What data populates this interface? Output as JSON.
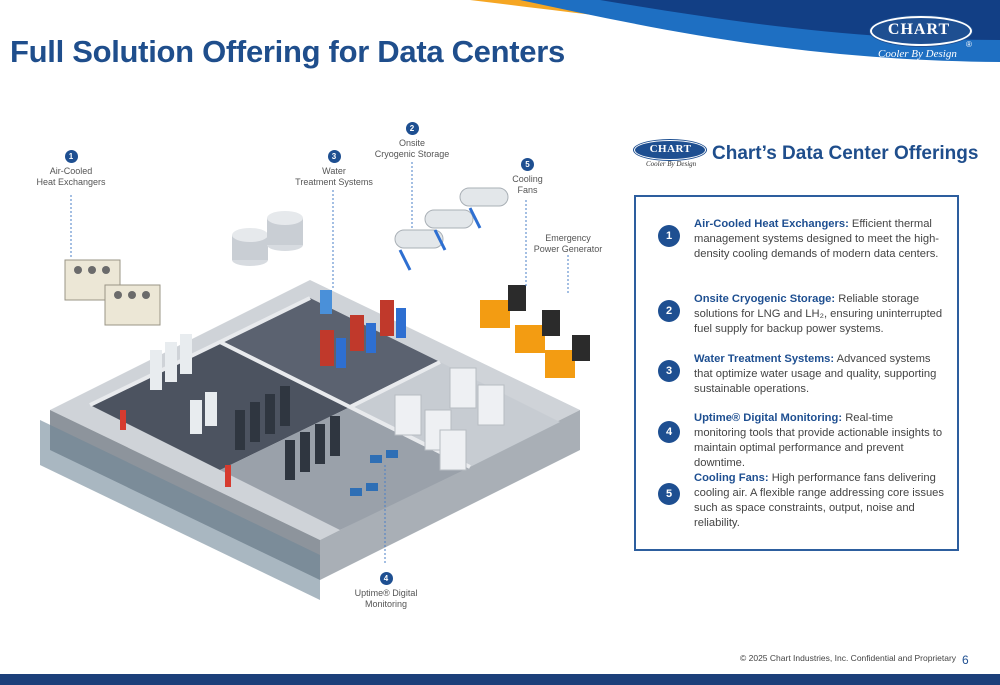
{
  "slide": {
    "title": "Full Solution Offering for Data Centers",
    "logo": {
      "word": "CHART",
      "tagline": "Cooler By Design",
      "reg": "®"
    },
    "colors": {
      "brand_blue": "#1e4f91",
      "title_blue": "#1f4e8c",
      "swoosh_orange": "#f5a623",
      "bottom_bar": "#1c3f7a"
    }
  },
  "illustration": {
    "callouts": [
      {
        "num": "1",
        "label_line1": "Air-Cooled",
        "label_line2": "Heat Exchangers"
      },
      {
        "num": "2",
        "label_line1": "Onsite",
        "label_line2": "Cryogenic Storage"
      },
      {
        "num": "3",
        "label_line1": "Water",
        "label_line2": "Treatment Systems"
      },
      {
        "num": "5",
        "label_line1": "Cooling",
        "label_line2": "Fans"
      },
      {
        "num": "",
        "label_line1": "Emergency",
        "label_line2": "Power Generator"
      },
      {
        "num": "4",
        "label_line1": "Uptime® Digital",
        "label_line2": "Monitoring"
      }
    ]
  },
  "offerings": {
    "logo_word": "CHART",
    "logo_tagline": "Cooler By Design",
    "title": "Chart’s Data Center Offerings",
    "items": [
      {
        "num": "1",
        "heading": "Air-Cooled Heat Exchangers:",
        "body": "Efficient thermal management systems designed to meet the high-density cooling demands of modern data centers."
      },
      {
        "num": "2",
        "heading": "Onsite Cryogenic Storage:",
        "body": "Reliable storage solutions for LNG and LH₂, ensuring uninterrupted fuel supply for backup power systems."
      },
      {
        "num": "3",
        "heading": "Water Treatment Systems:",
        "body": "Advanced systems that optimize water usage and quality, supporting sustainable operations."
      },
      {
        "num": "4",
        "heading": "Uptime® Digital Monitoring:",
        "body": "Real-time monitoring tools that provide actionable insights to maintain optimal performance and prevent downtime."
      },
      {
        "num": "5",
        "heading": "Cooling Fans:",
        "body": "High performance fans delivering cooling air. A flexible range addressing core issues such as space constraints, output, noise and reliability."
      }
    ]
  },
  "footer": {
    "copyright": "© 2025 Chart Industries, Inc. Confidential and Proprietary",
    "page": "6"
  }
}
